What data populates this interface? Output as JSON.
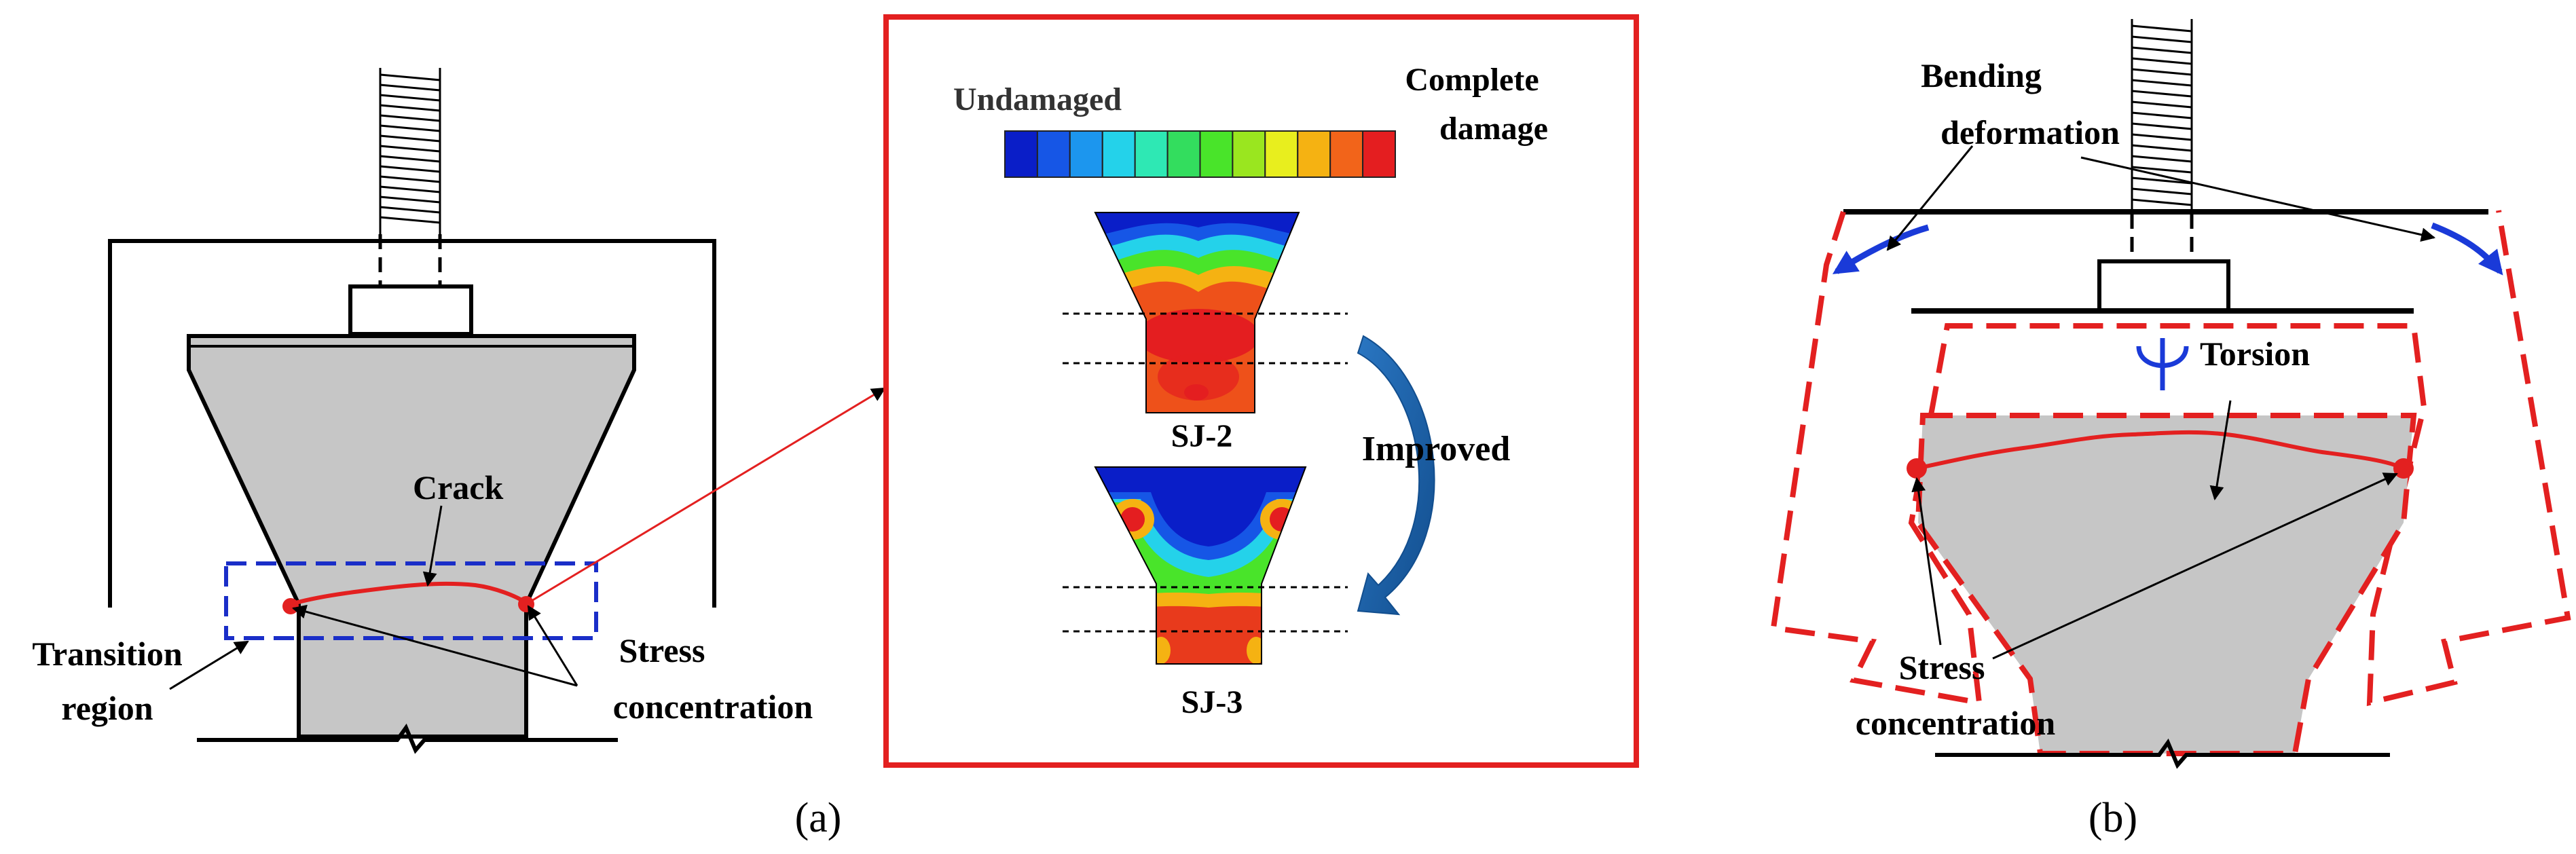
{
  "panel_a": {
    "labels": {
      "crack": "Crack",
      "transition_region": [
        "Transition",
        "region"
      ],
      "stress_concentration": [
        "Stress",
        "concentration"
      ]
    },
    "caption": "(a)"
  },
  "inset": {
    "legend_low": "Undamaged",
    "legend_high": [
      "Complete",
      "damage"
    ],
    "scale_colors": [
      "#0a1ec8",
      "#1656e6",
      "#1c96ee",
      "#24d2ea",
      "#2ee8b4",
      "#33dd5e",
      "#49e42a",
      "#9ae61f",
      "#e8ee1e",
      "#f5b212",
      "#f2641a",
      "#e41e20"
    ],
    "specimen_1": "SJ-2",
    "specimen_2": "SJ-3",
    "improved": "Improved"
  },
  "panel_b": {
    "labels": {
      "bending_deformation": [
        "Bending",
        "deformation"
      ],
      "torsion": "Torsion",
      "stress_concentration": [
        "Stress",
        "concentration"
      ]
    },
    "caption": "(b)"
  },
  "colors": {
    "crack": "#e32020",
    "dashed_box": "#1a2ec8",
    "deformed_outline": "#e32020",
    "inset_frame": "#e32020",
    "concrete_fill": "#c6c6c6",
    "arrow_blue": "#1a5fa8"
  }
}
